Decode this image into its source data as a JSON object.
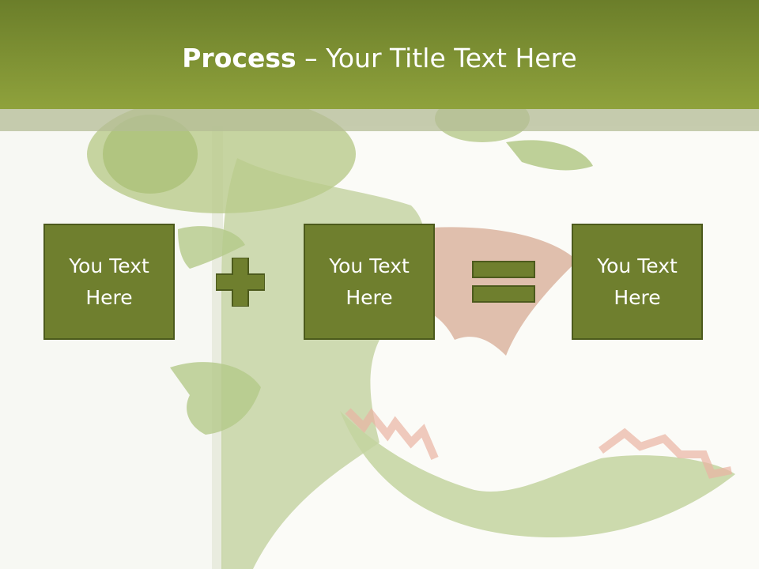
{
  "title": {
    "bold": "Process",
    "rest": " – Your Title Text Here"
  },
  "boxes": [
    {
      "line1": "You Text",
      "line2": "Here"
    },
    {
      "line1": "You Text",
      "line2": "Here"
    },
    {
      "line1": "You Text",
      "line2": "Here"
    }
  ],
  "operators": [
    "plus",
    "equals"
  ],
  "colors": {
    "header": "#7f912f",
    "box_fill": "#6f7f2e",
    "box_border": "#4c5a1c",
    "dragon_green": "#a9c274",
    "wing": "#c98a64",
    "spikes": "#e6a08a"
  }
}
